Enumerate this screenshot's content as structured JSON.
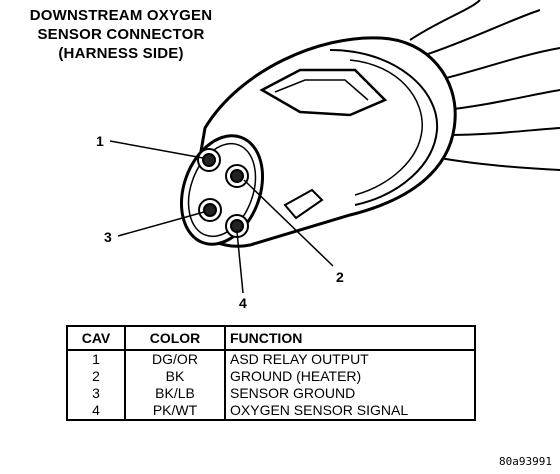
{
  "title": {
    "line1": "DOWNSTREAM OXYGEN",
    "line2": "SENSOR CONNECTOR",
    "line3": "(HARNESS SIDE)"
  },
  "callouts": [
    "1",
    "2",
    "3",
    "4"
  ],
  "table": {
    "headers": [
      "CAV",
      "COLOR",
      "FUNCTION"
    ],
    "rows": [
      [
        "1",
        "DG/OR",
        "ASD RELAY OUTPUT"
      ],
      [
        "2",
        "BK",
        "GROUND (HEATER)"
      ],
      [
        "3",
        "BK/LB",
        "SENSOR GROUND"
      ],
      [
        "4",
        "PK/WT",
        "OXYGEN SENSOR SIGNAL"
      ]
    ]
  },
  "figure_id": "80a93991"
}
